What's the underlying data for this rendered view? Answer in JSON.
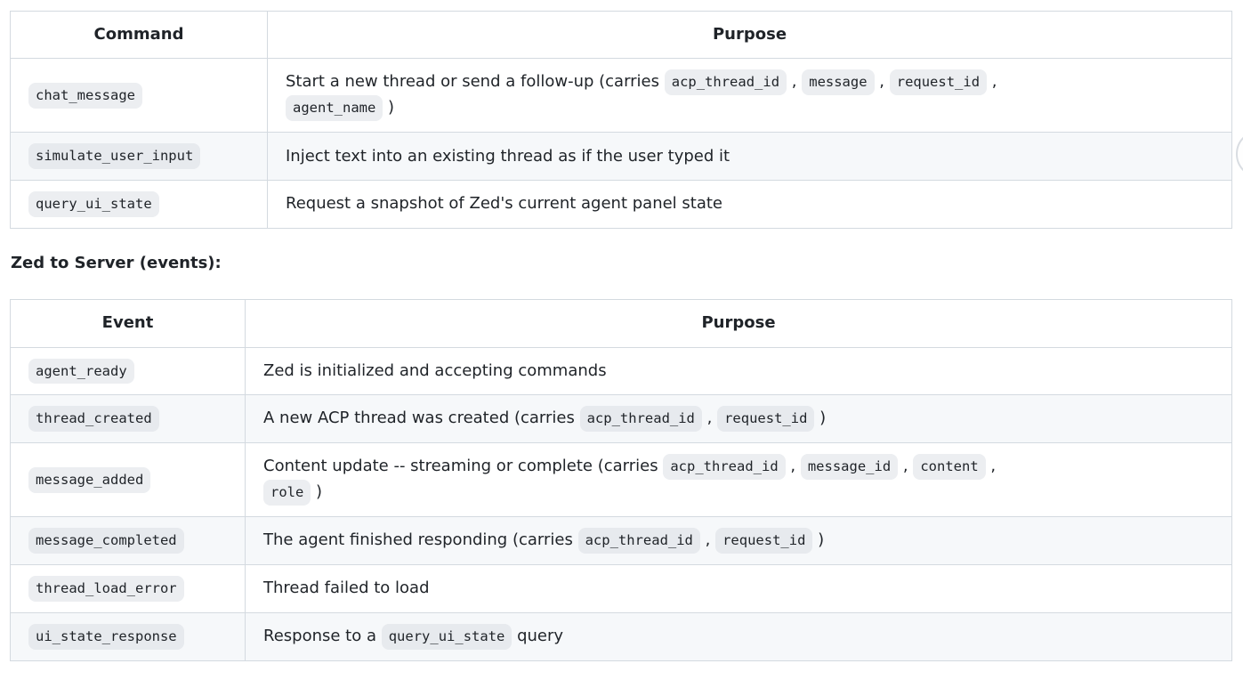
{
  "heading": {
    "text": "Zed to Server (events):"
  },
  "colors": {
    "text": "#1f2328",
    "table_border": "#d4dae0",
    "row_stripe": "#f6f8fa",
    "code_chip_bg": "#eceef1",
    "page_bg": "#ffffff"
  },
  "tables": [
    {
      "id": "commands",
      "columns": [
        "Command",
        "Purpose"
      ],
      "col1_width": 289,
      "rows": [
        {
          "key": "chat_message",
          "purpose": [
            [
              "text",
              "Start a new thread or send a follow-up (carries "
            ],
            [
              "code",
              "acp_thread_id"
            ],
            [
              "text",
              " , "
            ],
            [
              "code",
              "message"
            ],
            [
              "text",
              " , "
            ],
            [
              "code",
              "request_id"
            ],
            [
              "text",
              " ,"
            ],
            [
              "br",
              ""
            ],
            [
              "code",
              "agent_name"
            ],
            [
              "text",
              " )"
            ]
          ]
        },
        {
          "key": "simulate_user_input",
          "purpose": [
            [
              "text",
              "Inject text into an existing thread as if the user typed it"
            ]
          ]
        },
        {
          "key": "query_ui_state",
          "purpose": [
            [
              "text",
              "Request a snapshot of Zed's current agent panel state"
            ]
          ]
        }
      ]
    },
    {
      "id": "events",
      "columns": [
        "Event",
        "Purpose"
      ],
      "col1_width": 264,
      "rows": [
        {
          "key": "agent_ready",
          "purpose": [
            [
              "text",
              "Zed is initialized and accepting commands"
            ]
          ]
        },
        {
          "key": "thread_created",
          "purpose": [
            [
              "text",
              "A new ACP thread was created (carries "
            ],
            [
              "code",
              "acp_thread_id"
            ],
            [
              "text",
              " , "
            ],
            [
              "code",
              "request_id"
            ],
            [
              "text",
              " )"
            ]
          ]
        },
        {
          "key": "message_added",
          "purpose": [
            [
              "text",
              "Content update -- streaming or complete (carries "
            ],
            [
              "code",
              "acp_thread_id"
            ],
            [
              "text",
              " , "
            ],
            [
              "code",
              "message_id"
            ],
            [
              "text",
              " , "
            ],
            [
              "code",
              "content"
            ],
            [
              "text",
              " ,"
            ],
            [
              "br",
              ""
            ],
            [
              "code",
              "role"
            ],
            [
              "text",
              " )"
            ]
          ]
        },
        {
          "key": "message_completed",
          "purpose": [
            [
              "text",
              "The agent finished responding (carries "
            ],
            [
              "code",
              "acp_thread_id"
            ],
            [
              "text",
              " , "
            ],
            [
              "code",
              "request_id"
            ],
            [
              "text",
              " )"
            ]
          ]
        },
        {
          "key": "thread_load_error",
          "purpose": [
            [
              "text",
              "Thread failed to load"
            ]
          ]
        },
        {
          "key": "ui_state_response",
          "purpose": [
            [
              "text",
              "Response to a "
            ],
            [
              "code",
              "query_ui_state"
            ],
            [
              "text",
              " query"
            ]
          ]
        }
      ]
    }
  ],
  "edge_widget": {
    "shape": "partial-circle"
  }
}
